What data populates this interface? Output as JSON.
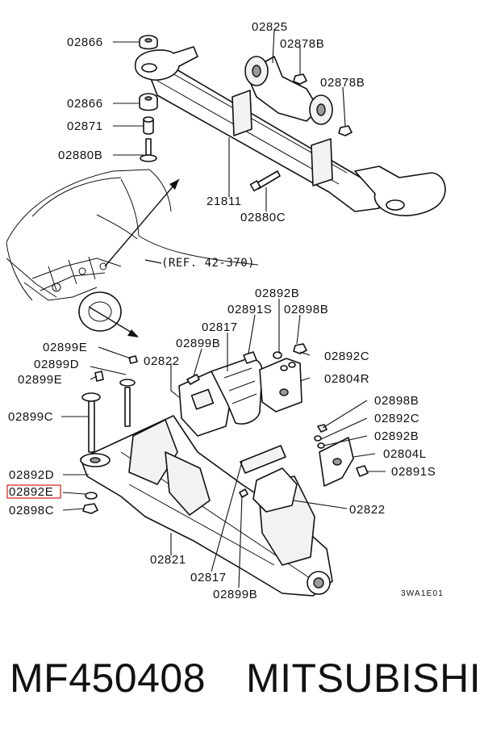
{
  "callouts": {
    "c02866a": "02866",
    "c02825": "02825",
    "c02878Ba": "02878B",
    "c02878Bb": "02878B",
    "c02866b": "02866",
    "c02871": "02871",
    "c02880B": "02880B",
    "c21811": "21811",
    "c02880C": "02880C",
    "ref": "(REF. 42-370)",
    "c02892Ba": "02892B",
    "c02891Sa": "02891S",
    "c02898Ba": "02898B",
    "c02817a": "02817",
    "c02899Ba": "02899B",
    "c02892Ca": "02892C",
    "c02899E1": "02899E",
    "c02822a": "02822",
    "c02899D": "02899D",
    "c02804R": "02804R",
    "c02899E2": "02899E",
    "c02898Bb": "02898B",
    "c02899C": "02899C",
    "c02892Cb": "02892C",
    "c02892Bb": "02892B",
    "c02804L": "02804L",
    "c02892D": "02892D",
    "c02891Sb": "02891S",
    "c02892E": "02892E",
    "c02898C": "02898C",
    "c02822b": "02822",
    "c02821": "02821",
    "c02817b": "02817",
    "c02899Bb": "02899B",
    "diagram_code": "3WA1E01"
  },
  "highlight_color": "#e53935",
  "footer": {
    "part_number": "MF450408",
    "brand": "MITSUBISHI"
  }
}
